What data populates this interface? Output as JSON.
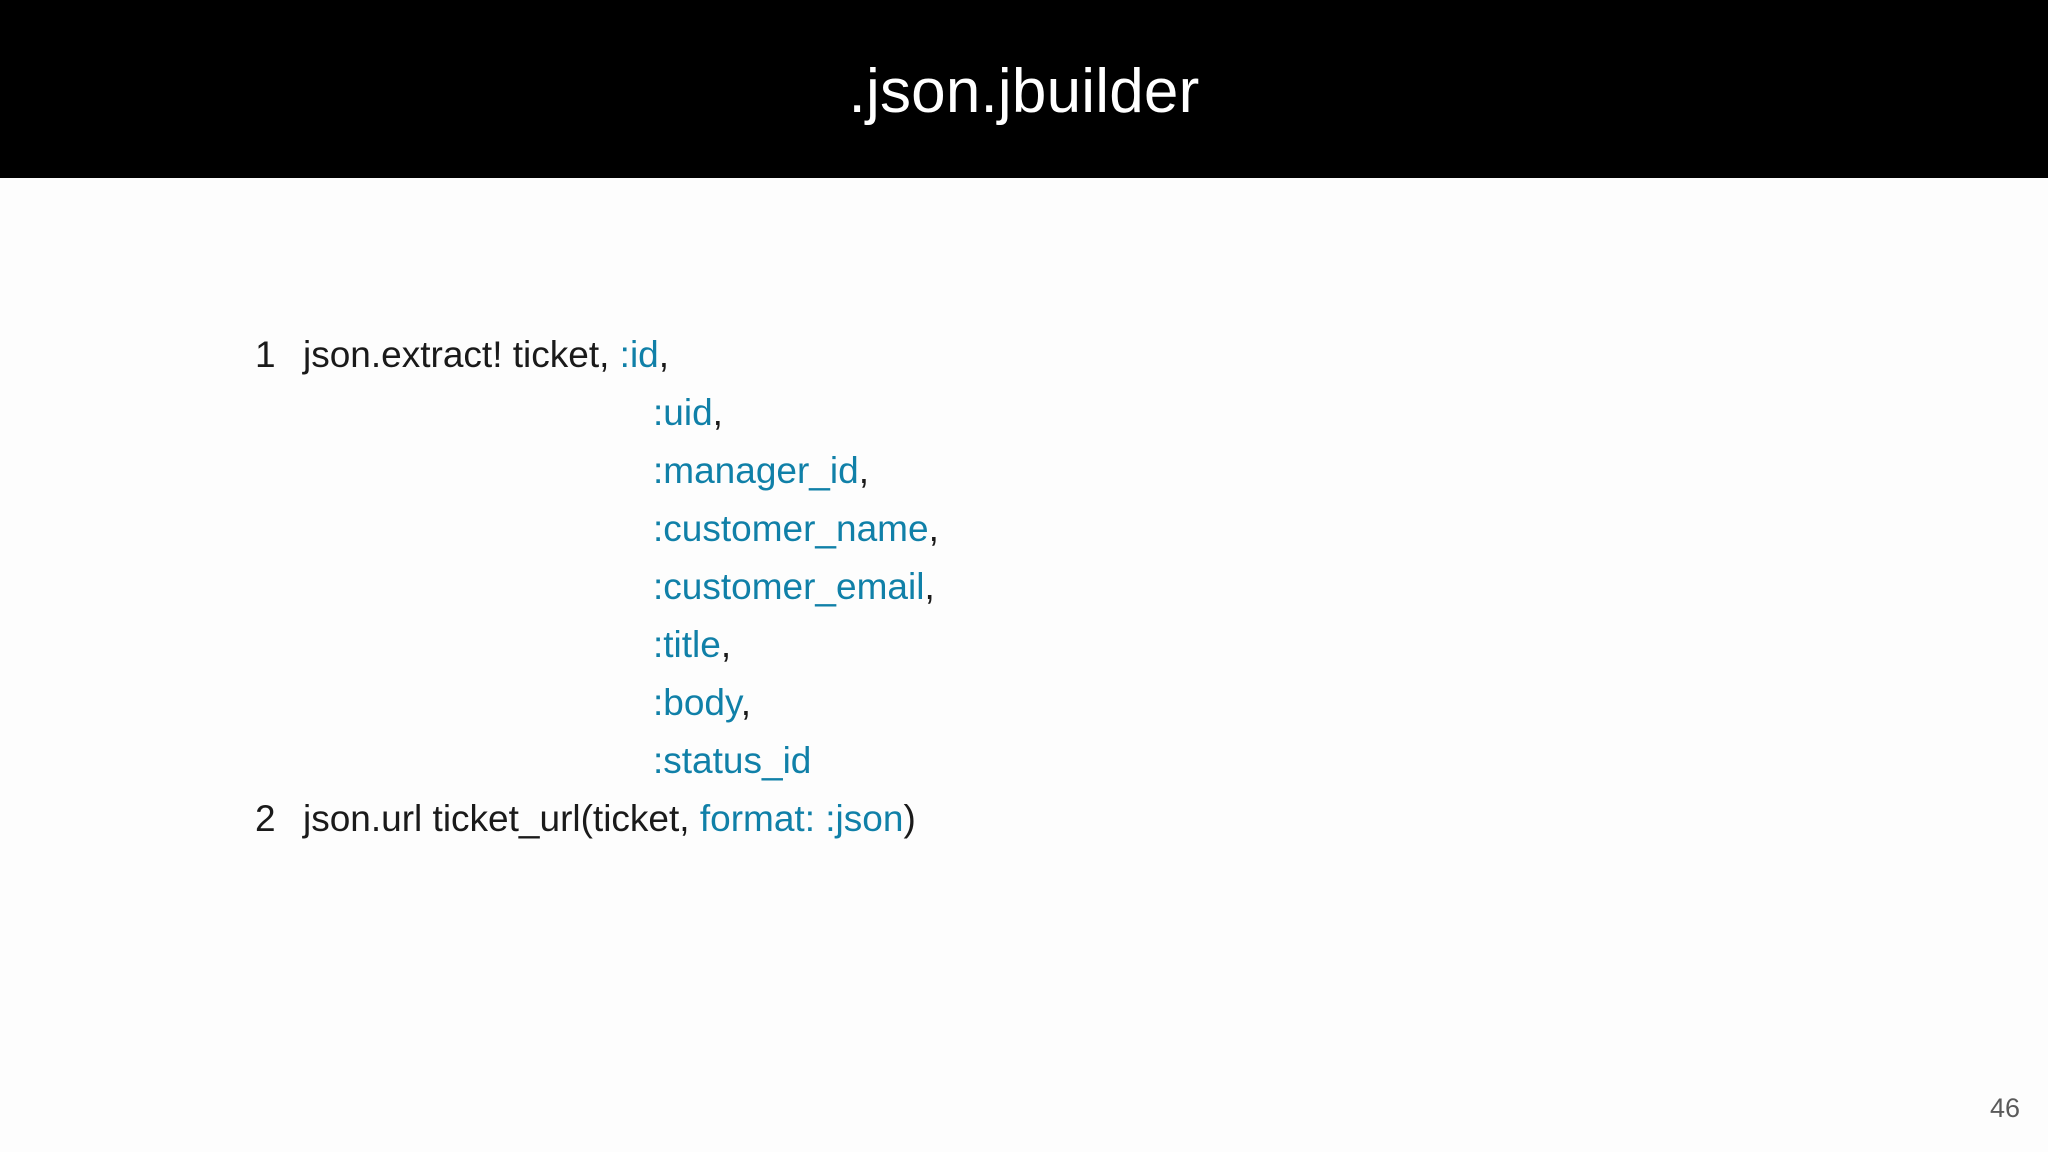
{
  "slide": {
    "title": ".json.jbuilder",
    "page_number": "46",
    "colors": {
      "header_background": "#000000",
      "title_text": "#ffffff",
      "body_background": "#fdfdfd",
      "code_text": "#1a1a1a",
      "symbol_accent": "#1080a8",
      "page_number_text": "#5a5a5a"
    }
  },
  "code": {
    "language": "ruby",
    "lines": [
      {
        "number": "1",
        "indented": false,
        "tokens": [
          {
            "text": "json.extract! ticket, ",
            "kind": "plain"
          },
          {
            "text": ":id",
            "kind": "symbol"
          },
          {
            "text": ",",
            "kind": "plain"
          }
        ]
      },
      {
        "number": "",
        "indented": true,
        "tokens": [
          {
            "text": ":uid",
            "kind": "symbol"
          },
          {
            "text": ",",
            "kind": "plain"
          }
        ]
      },
      {
        "number": "",
        "indented": true,
        "tokens": [
          {
            "text": ":manager_id",
            "kind": "symbol"
          },
          {
            "text": ",",
            "kind": "plain"
          }
        ]
      },
      {
        "number": "",
        "indented": true,
        "tokens": [
          {
            "text": ":customer_name",
            "kind": "symbol"
          },
          {
            "text": ",",
            "kind": "plain"
          }
        ]
      },
      {
        "number": "",
        "indented": true,
        "tokens": [
          {
            "text": ":customer_email",
            "kind": "symbol"
          },
          {
            "text": ",",
            "kind": "plain"
          }
        ]
      },
      {
        "number": "",
        "indented": true,
        "tokens": [
          {
            "text": ":title",
            "kind": "symbol"
          },
          {
            "text": ",",
            "kind": "plain"
          }
        ]
      },
      {
        "number": "",
        "indented": true,
        "tokens": [
          {
            "text": ":body",
            "kind": "symbol"
          },
          {
            "text": ",",
            "kind": "plain"
          }
        ]
      },
      {
        "number": "",
        "indented": true,
        "tokens": [
          {
            "text": ":status_id",
            "kind": "symbol"
          }
        ]
      },
      {
        "number": "2",
        "indented": false,
        "tokens": [
          {
            "text": "json.url ticket_url(ticket, ",
            "kind": "plain"
          },
          {
            "text": "format: :json",
            "kind": "symbol"
          },
          {
            "text": ")",
            "kind": "plain"
          }
        ]
      }
    ]
  }
}
